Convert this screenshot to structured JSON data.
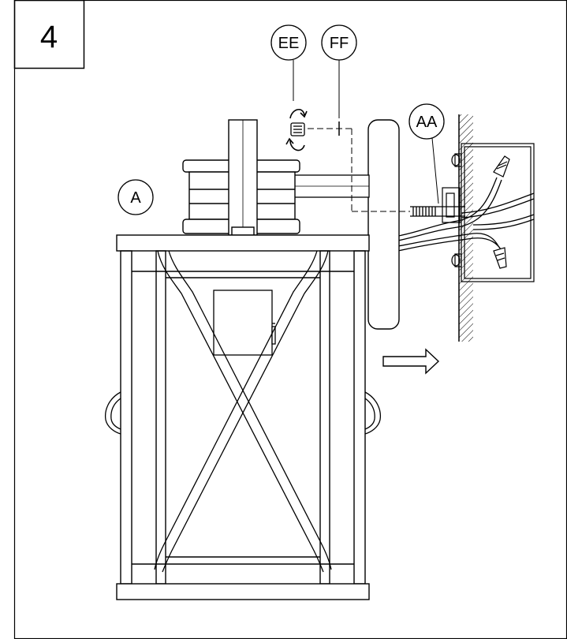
{
  "step": {
    "number": "4"
  },
  "callouts": {
    "ee": "EE",
    "ff": "FF",
    "aa": "AA",
    "a": "A"
  },
  "colors": {
    "line": "#000000",
    "background": "#ffffff"
  },
  "icons": {
    "rotation": "rotate-arrows-icon",
    "direction": "push-right-arrow-icon"
  }
}
